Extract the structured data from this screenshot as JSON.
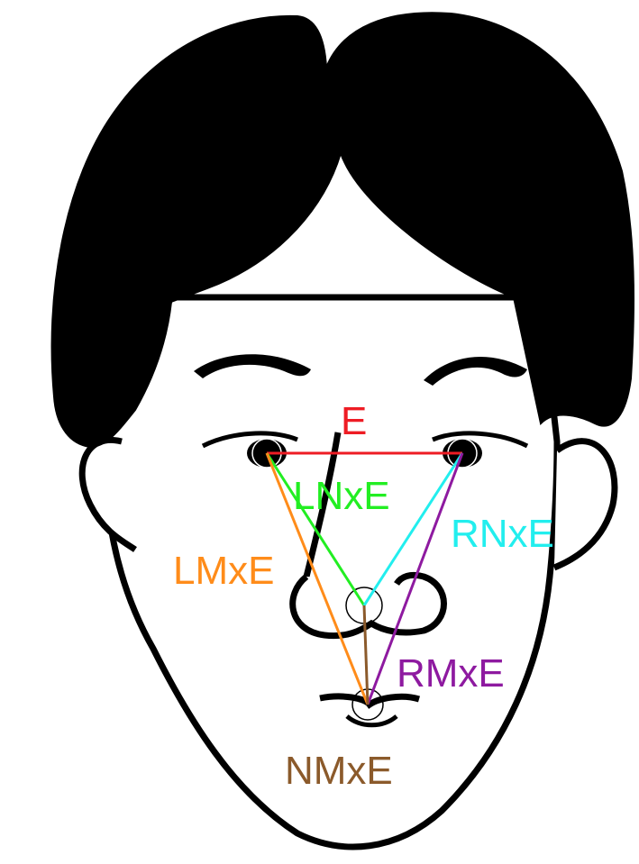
{
  "labels": {
    "e": "E",
    "lnxe": "LNxE",
    "rnxe": "RNxE",
    "lmxe": "LMxE",
    "rmxe": "RMxE",
    "nmxe": "NMxE"
  },
  "colors": {
    "e": "#ee1c24",
    "lnxe": "#22ee22",
    "rnxe": "#22eeee",
    "lmxe": "#ff8c1a",
    "rmxe": "#8e1aa0",
    "nmxe": "#8b5a2b",
    "ink": "#000000",
    "skin": "#ffffff"
  }
}
